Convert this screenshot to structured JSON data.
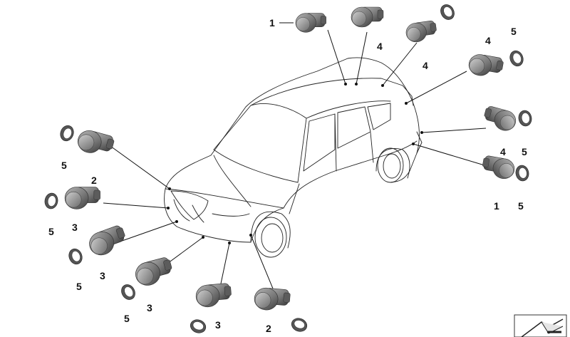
{
  "colors": {
    "sensor_body": "#8a8a8a",
    "sensor_dark": "#4a4a4a",
    "ring": "#5a5a5a",
    "line": "#222222"
  },
  "labels": {
    "c1": "1",
    "c2": "4",
    "c3": "4",
    "c4": "4",
    "c5": "5",
    "r1": "4",
    "r2": "5",
    "r3": "1",
    "r4": "5",
    "l1": "5",
    "l2": "2",
    "l3": "5",
    "l4": "3",
    "l5": "3",
    "l6": "5",
    "b1": "3",
    "b2": "5",
    "b3": "3",
    "b4": "2"
  },
  "icons": {
    "car": "car-outline-icon",
    "sensor": "pdc-sensor-icon",
    "ring": "sensor-ring-icon",
    "corner": "catalog-corner-icon"
  }
}
